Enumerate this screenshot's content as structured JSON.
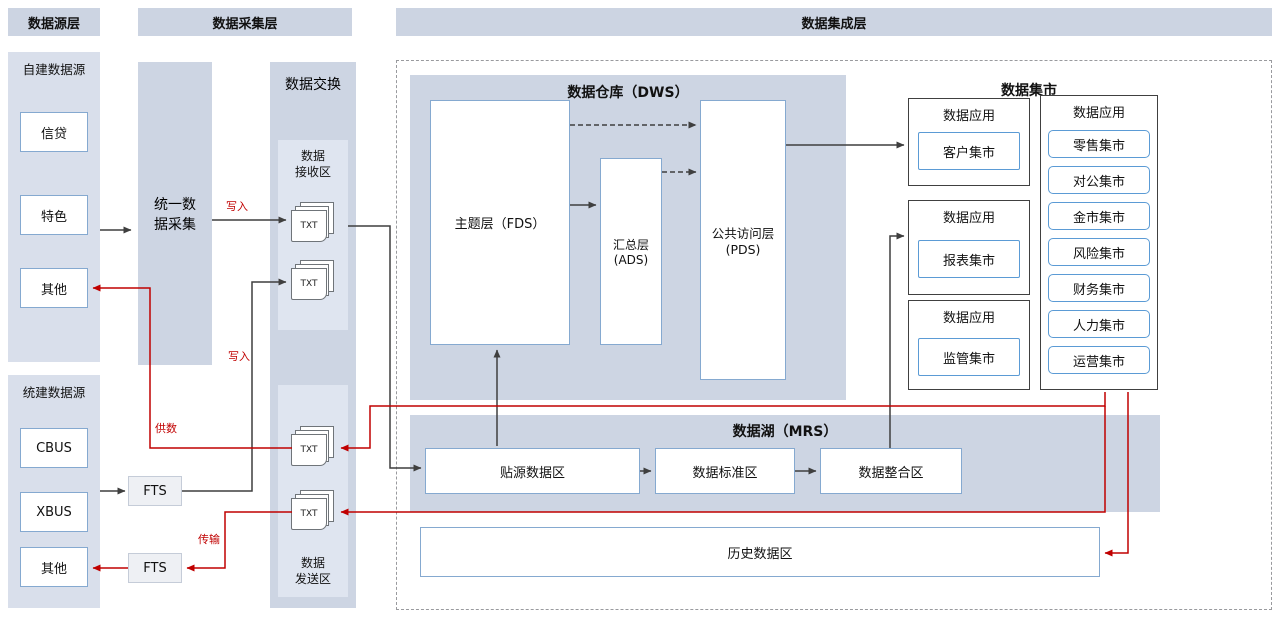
{
  "headers": {
    "source": "数据源层",
    "collection": "数据采集层",
    "integration": "数据集成层"
  },
  "source_layer": {
    "self_built": {
      "title": "自建数据源",
      "items": [
        "信贷",
        "特色",
        "其他"
      ]
    },
    "unified_built": {
      "title": "统建数据源",
      "items": [
        "CBUS",
        "XBUS",
        "其他"
      ]
    }
  },
  "collection_layer": {
    "unified_collection": "统一数\n据采集",
    "fts_1": "FTS",
    "fts_2": "FTS",
    "exchange": {
      "title": "数据交换",
      "receive_zone": {
        "title": "数据\n接收区",
        "files": [
          "TXT",
          "TXT"
        ]
      },
      "send_zone": {
        "title": "数据\n发送区",
        "files": [
          "TXT",
          "TXT"
        ]
      }
    }
  },
  "integration_layer": {
    "dws": {
      "title": "数据仓库（DWS）",
      "fds": "主题层（FDS）",
      "ads": "汇总层\n(ADS)",
      "pds": "公共访问层\n(PDS)"
    },
    "mart": {
      "title": "数据集市",
      "groups": [
        {
          "label": "数据应用",
          "item": "客户集市"
        },
        {
          "label": "数据应用",
          "item": "报表集市"
        },
        {
          "label": "数据应用",
          "item": "监管集市"
        }
      ],
      "app_list": {
        "label": "数据应用",
        "items": [
          "零售集市",
          "对公集市",
          "金市集市",
          "风险集市",
          "财务集市",
          "人力集市",
          "运营集市"
        ]
      }
    },
    "mrs": {
      "title": "数据湖（MRS）",
      "zones": [
        "贴源数据区",
        "数据标准区",
        "数据整合区"
      ]
    },
    "history_zone": "历史数据区"
  },
  "edge_labels": {
    "write_1": "写入",
    "write_2": "写入",
    "supply": "供数",
    "transfer": "传输"
  },
  "colors": {
    "panel": "#cdd5e3",
    "panel_light": "#dfe5f0",
    "box_border": "#85a9d0",
    "mart_border": "#5b9bd5",
    "arrow_black": "#3f3f3f",
    "arrow_red": "#c00000"
  }
}
